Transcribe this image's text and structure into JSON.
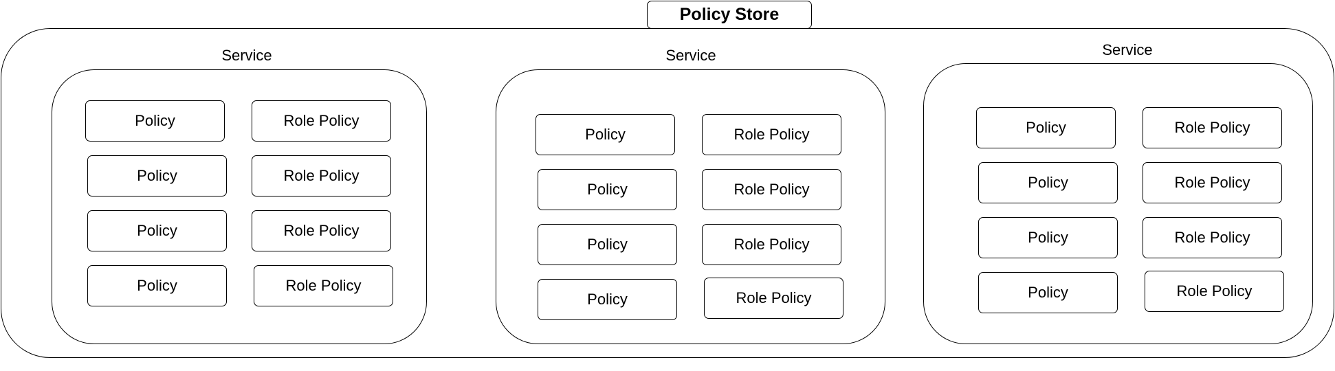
{
  "store": {
    "title": "Policy Store"
  },
  "services": [
    {
      "label": "Service",
      "rows": [
        {
          "policy": "Policy",
          "role_policy": "Role Policy"
        },
        {
          "policy": "Policy",
          "role_policy": "Role Policy"
        },
        {
          "policy": "Policy",
          "role_policy": "Role Policy"
        },
        {
          "policy": "Policy",
          "role_policy": "Role Policy"
        }
      ]
    },
    {
      "label": "Service",
      "rows": [
        {
          "policy": "Policy",
          "role_policy": "Role Policy"
        },
        {
          "policy": "Policy",
          "role_policy": "Role Policy"
        },
        {
          "policy": "Policy",
          "role_policy": "Role Policy"
        },
        {
          "policy": "Policy",
          "role_policy": "Role Policy"
        }
      ]
    },
    {
      "label": "Service",
      "rows": [
        {
          "policy": "Policy",
          "role_policy": "Role Policy"
        },
        {
          "policy": "Policy",
          "role_policy": "Role Policy"
        },
        {
          "policy": "Policy",
          "role_policy": "Role Policy"
        },
        {
          "policy": "Policy",
          "role_policy": "Role Policy"
        }
      ]
    }
  ]
}
